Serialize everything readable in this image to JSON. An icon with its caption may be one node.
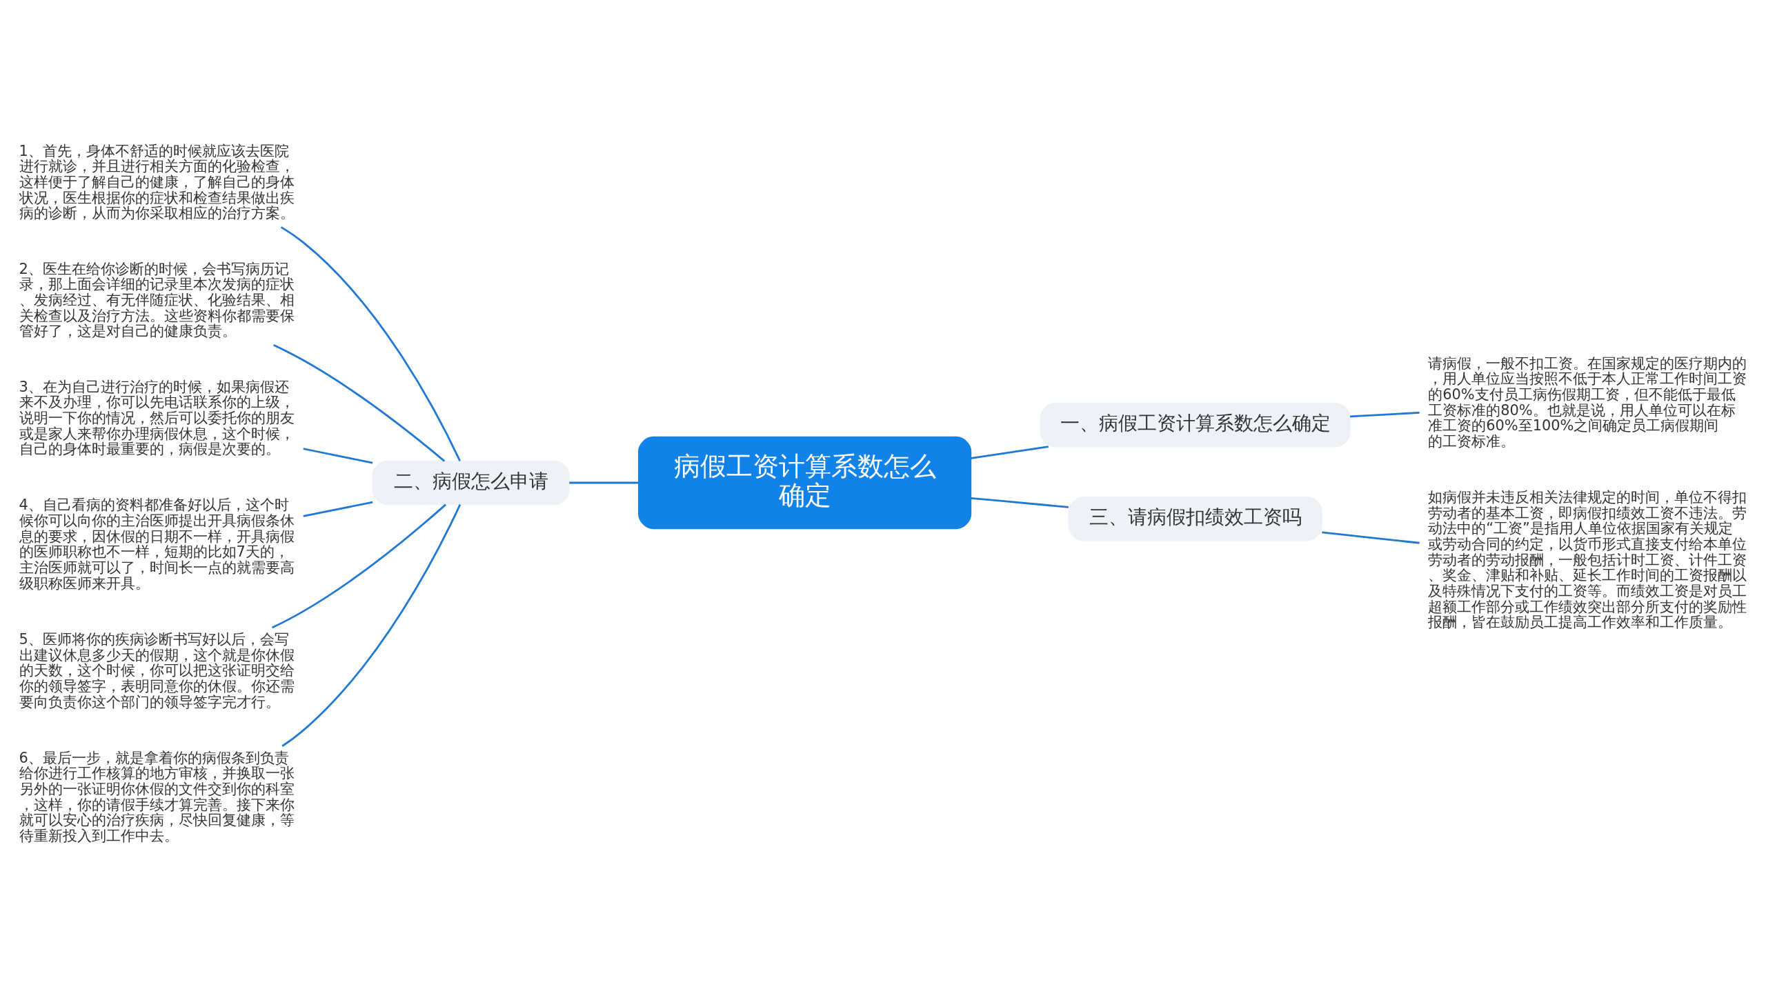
{
  "diagram": {
    "nodes": [
      {
        "text": [
          "病假工资计算系数怎么确定"
        ]
      },
      {
        "text": [
          "一、病假工资计算系数怎么确定"
        ]
      },
      {
        "text": [
          "请病假，一般不扣工资。在国家规定的医疗期内的，用人单位应当按照不低于本人正常工作时间工资的60%支付员工病伤假期工资，但不能低于最低工资标准的80%。也就是说，用人单位可以在标准工资的60%至100%之间确定员工病假期间的工资标准。"
        ]
      },
      {
        "text": [
          "三、请病假扣绩效工资吗"
        ]
      },
      {
        "text": [
          "如病假并未违反相关法律规定的时间，单位不得扣劳动者的基本工资，即病假扣绩效工资不违法。劳动法中的“工资”是指用人单位依据国家有关规定或劳动合同的约定，以货币形式直接支付给本单位劳动者的劳动报酬，一般包括计时工资、计件工资、奖金、津贴和补贴、延长工作时间的工资报酬以及特殊情况下支付的工资等。而绩效工资是对员工超额工作部分或工作绩效突出部分所支付的奖励性报酬，皆在鼓励员工提高工作效率和工作质量。"
        ]
      },
      {
        "text": [
          "二、病假怎么申请"
        ]
      },
      {
        "text": [
          "1、首先，身体不舒适的时候就应该去医院进行就诊，并且进行相关方面的化验检查，这样便于了解自己的健康，了解自己的身体状况，医生根据你的症状和检查结果做出疾病的诊断，从而为你采取相应的治疗方案。"
        ]
      },
      {
        "text": [
          "2、医生在给你诊断的时候，会书写病历记录，那上面会详细的记录里本次发病的症状、发病经过、有无伴随症状、化验结果、相关检查以及治疗方法。这些资料你都需要保管好了，这是对自己的健康负责。"
        ]
      },
      {
        "text": [
          "3、在为自己进行治疗的时候，如果病假还来不及办理，你可以先电话联系你的上级，说明一下你的情况，然后可以委托你的朋友或是家人来帮你办理病假休息，这个时候，自己的身体时最重要的，病假是次要的。"
        ]
      },
      {
        "text": [
          "4、自己看病的资料都准备好以后，这个时候你可以向你的主治医师提出开具病假条休息的要求，因休假的日期不一样，开具病假的医师职称也不一样，短期的比如7天的，主治医师就可以了，时间长一点的就需要高级职称医师来开具。"
        ]
      },
      {
        "text": [
          "5、医师将你的疾病诊断书写好以后，会写出建议休息多少天的假期，这个就是你休假的天数，这个时候，你可以把这张证明交给你的领导签字，表明同意你的休假。你还需要向负责你这个部门的领导签字完才行。"
        ]
      },
      {
        "text": [
          "6、最后一步，就是拿着你的病假条到负责给你进行工作核算的地方审核，并换取一张另外的一张证明你休假的文件交到你的科室，这样，你的请假手续才算完善。接下来你就可以安心的治疗疾病，尽快回复健康，等待重新投入到工作中去。"
        ]
      }
    ],
    "edges": [
      {
        "from": 0,
        "to": 1,
        "arrow": "none"
      },
      {
        "from": 1,
        "to": 2,
        "arrow": "none"
      },
      {
        "from": 0,
        "to": 3,
        "arrow": "none"
      },
      {
        "from": 3,
        "to": 4,
        "arrow": "none"
      },
      {
        "from": 0,
        "to": 5,
        "arrow": "none"
      },
      {
        "from": 5,
        "to": 6,
        "arrow": "none"
      },
      {
        "from": 5,
        "to": 7,
        "arrow": "none"
      },
      {
        "from": 5,
        "to": 8,
        "arrow": "none"
      },
      {
        "from": 5,
        "to": 9,
        "arrow": "none"
      },
      {
        "from": 5,
        "to": 10,
        "arrow": "none"
      },
      {
        "from": 5,
        "to": 11,
        "arrow": "none"
      }
    ]
  }
}
